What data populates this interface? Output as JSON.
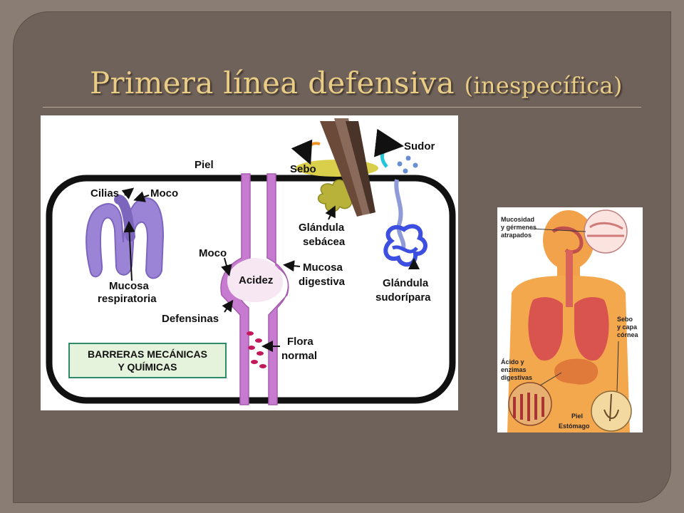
{
  "slide": {
    "title_main": "Primera línea defensiva",
    "title_sub": "(inespecífica)"
  },
  "diagram1": {
    "labels": {
      "piel": "Piel",
      "sebo": "Sebo",
      "sudor": "Sudor",
      "cilias": "Cilias",
      "moco1": "Moco",
      "mucosa_resp_1": "Mucosa",
      "mucosa_resp_2": "respiratoria",
      "moco2": "Moco",
      "acidez": "Acidez",
      "mucosa_dig_1": "Mucosa",
      "mucosa_dig_2": "digestiva",
      "defensinas": "Defensinas",
      "flora_1": "Flora",
      "flora_2": "normal",
      "glandula_seb_1": "Glándula",
      "glandula_seb_2": "sebácea",
      "glandula_sud_1": "Glándula",
      "glandula_sud_2": "sudorípara",
      "box_1": "BARRERAS MECÁNICAS",
      "box_2": "Y QUÍMICAS"
    }
  },
  "diagram2": {
    "labels": {
      "mucosidad_1": "Mucosidad",
      "mucosidad_2": "y gérmenes",
      "mucosidad_3": "atrapados",
      "sebo_1": "Sebo",
      "sebo_2": "y capa",
      "sebo_3": "córnea",
      "acido_1": "Ácido y",
      "acido_2": "enzimas",
      "acido_3": "digestivas",
      "piel": "Piel",
      "estomago": "Estómago"
    }
  },
  "colors": {
    "background": "#6f625a",
    "title": "#e9cd86",
    "mucosa": "#c77bd0",
    "lung": "#9b83d6",
    "box_fill": "#e6f3dc",
    "box_border": "#2e8b6a"
  }
}
